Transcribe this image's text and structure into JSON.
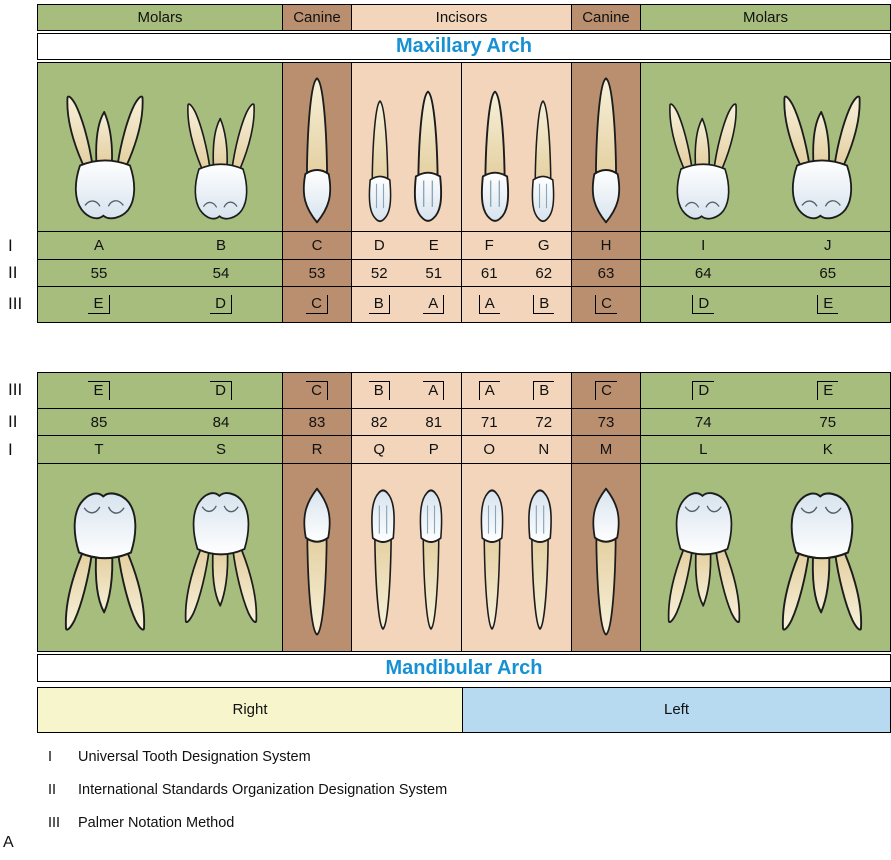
{
  "row_labels": {
    "universal": "I",
    "iso": "II",
    "palmer": "III"
  },
  "header": {
    "segments": [
      "Molars",
      "Canine",
      "Incisors",
      "Canine",
      "Molars"
    ]
  },
  "maxillary": {
    "title": "Maxillary Arch",
    "universal": [
      "A",
      "B",
      "C",
      "D",
      "E",
      "F",
      "G",
      "H",
      "I",
      "J"
    ],
    "iso": [
      "55",
      "54",
      "53",
      "52",
      "51",
      "61",
      "62",
      "63",
      "64",
      "65"
    ],
    "palmer": [
      "E",
      "D",
      "C",
      "B",
      "A",
      "A",
      "B",
      "C",
      "D",
      "E"
    ]
  },
  "mandibular": {
    "title": "Mandibular Arch",
    "palmer": [
      "E",
      "D",
      "C",
      "B",
      "A",
      "A",
      "B",
      "C",
      "D",
      "E"
    ],
    "iso": [
      "85",
      "84",
      "83",
      "82",
      "81",
      "71",
      "72",
      "73",
      "74",
      "75"
    ],
    "universal": [
      "T",
      "S",
      "R",
      "Q",
      "P",
      "O",
      "N",
      "M",
      "L",
      "K"
    ]
  },
  "footer": {
    "right": "Right",
    "left": "Left"
  },
  "legend": [
    {
      "key": "I",
      "text": "Universal Tooth Designation System"
    },
    {
      "key": "II",
      "text": "International Standards Organization Designation System"
    },
    {
      "key": "III",
      "text": "Palmer Notation Method"
    }
  ],
  "figure_label": "A",
  "colors": {
    "green": "#a6bd7d",
    "brown": "#ba8f6f",
    "peach": "#f2d5ba",
    "right-yellow": "#f7f5cb",
    "left-blue": "#b7daf1",
    "arch-blue": "#1791d3"
  }
}
